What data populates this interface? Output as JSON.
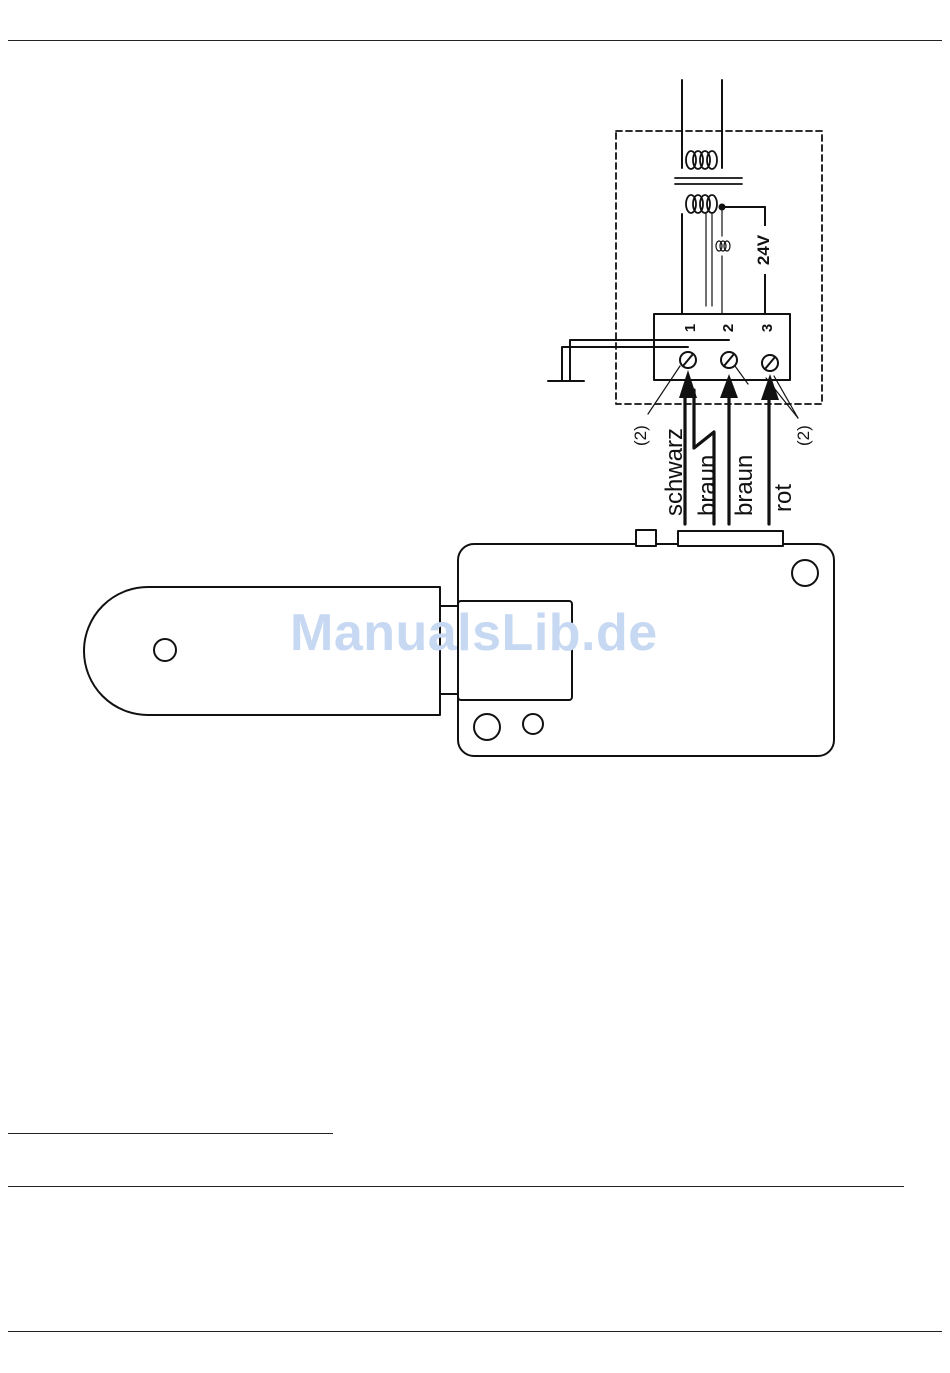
{
  "diagram": {
    "wire_labels": {
      "schwarz": "schwarz",
      "braun_1": "braun",
      "braun_2": "braun",
      "rot": "rot"
    },
    "terminal_numbers": [
      "1",
      "2",
      "3"
    ],
    "voltage": "24V",
    "callout_left": "(2)",
    "callout_right": "(2)"
  },
  "watermark": "ManualsLib.de"
}
